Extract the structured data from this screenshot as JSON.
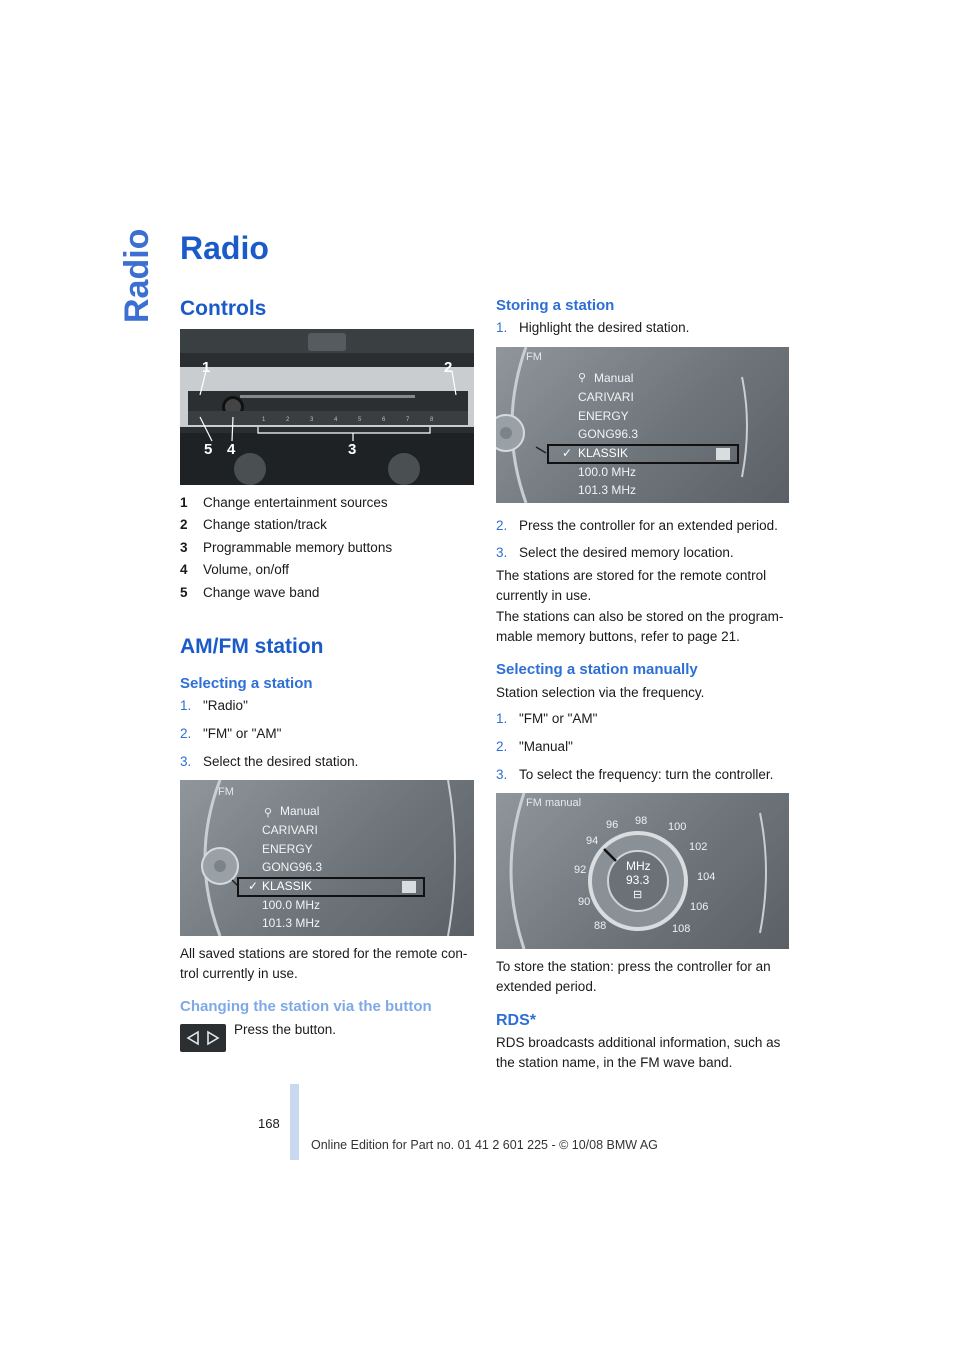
{
  "page": {
    "side_tab": "Radio",
    "title": "Radio",
    "page_number": "168",
    "footer": "Online Edition for Part no. 01 41 2 601 225 - © 10/08 BMW AG"
  },
  "controls": {
    "heading": "Controls",
    "callouts": [
      "1",
      "2",
      "3",
      "4",
      "5"
    ],
    "legend": [
      {
        "num": "1",
        "text": "Change entertainment sources"
      },
      {
        "num": "2",
        "text": "Change station/track"
      },
      {
        "num": "3",
        "text": "Programmable memory buttons"
      },
      {
        "num": "4",
        "text": "Volume, on/off"
      },
      {
        "num": "5",
        "text": "Change wave band"
      }
    ]
  },
  "amfm": {
    "heading": "AM/FM station",
    "selecting_heading": "Selecting a station",
    "selecting_steps": [
      {
        "num": "1.",
        "text": "\"Radio\""
      },
      {
        "num": "2.",
        "text": "\"FM\" or \"AM\""
      },
      {
        "num": "3.",
        "text": "Select the desired station."
      }
    ],
    "saved_note": "All saved stations are stored for the remote con-trol currently in use.",
    "button_heading": "Changing the station via the button",
    "button_text": "Press the button."
  },
  "fm_screen": {
    "header": "FM",
    "items": [
      "Manual",
      "CARIVARI",
      "ENERGY",
      "GONG96.3",
      "KLASSIK",
      "100.0 MHz",
      "101.3 MHz"
    ],
    "selected_index": 4
  },
  "storing": {
    "heading": "Storing a station",
    "steps": [
      {
        "num": "1.",
        "text": "Highlight the desired station."
      },
      {
        "num": "2.",
        "text": "Press the controller for an extended period."
      },
      {
        "num": "3.",
        "text": "Select the desired memory location."
      }
    ],
    "note1": "The stations are stored for the remote control currently in use.",
    "note2": "The stations can also be stored on the program-mable memory buttons, refer to page 21."
  },
  "manual": {
    "heading": "Selecting a station manually",
    "intro": "Station selection via the frequency.",
    "steps": [
      {
        "num": "1.",
        "text": "\"FM\" or \"AM\""
      },
      {
        "num": "2.",
        "text": "\"Manual\""
      },
      {
        "num": "3.",
        "text": "To select the frequency: turn the controller."
      }
    ],
    "store_note": "To store the station: press the controller for an extended period."
  },
  "fm_manual_screen": {
    "header": "FM manual",
    "center_label": "MHz",
    "center_value": "93.3",
    "dial_labels": [
      "88",
      "90",
      "92",
      "94",
      "96",
      "98",
      "100",
      "102",
      "104",
      "106",
      "108"
    ]
  },
  "rds": {
    "heading": "RDS*",
    "text": "RDS broadcasts additional information, such as the station name, in the FM wave band."
  }
}
